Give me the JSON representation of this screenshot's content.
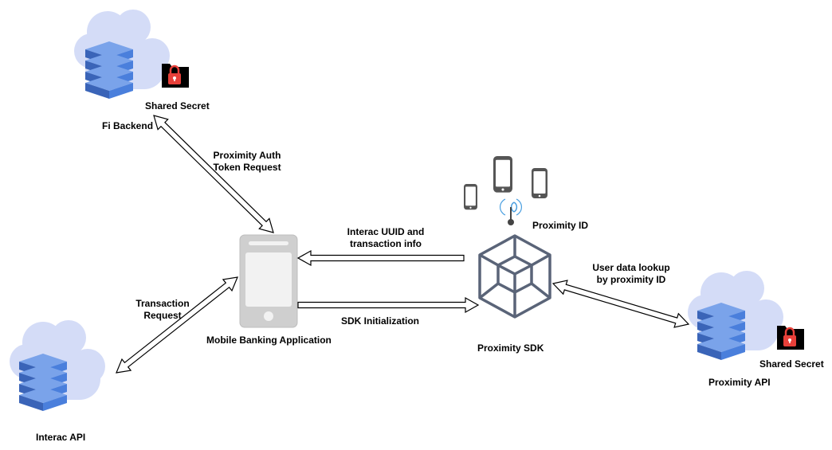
{
  "nodes": {
    "fi_backend": {
      "label": "Fi Backend",
      "secret_label": "Shared Secret"
    },
    "interac_api": {
      "label": "Interac API"
    },
    "mobile_app": {
      "label": "Mobile Banking Application"
    },
    "proximity_sdk": {
      "label": "Proximity SDK"
    },
    "proximity_id": {
      "label": "Proximity ID"
    },
    "proximity_api": {
      "label": "Proximity API",
      "secret_label": "Shared Secret"
    }
  },
  "edges": {
    "auth_token": {
      "line1": "Proximity Auth",
      "line2": "Token Request"
    },
    "transaction": {
      "line1": "Transaction",
      "line2": "Request"
    },
    "uuid_info": {
      "line1": "Interac UUID and",
      "line2": "transaction info"
    },
    "sdk_init": {
      "label": "SDK Initialization"
    },
    "user_lookup": {
      "line1": "User data lookup",
      "line2": "by proximity ID"
    }
  },
  "colors": {
    "cloud": "#d4dcf7",
    "server": "#4a7fdc",
    "server_edge": "#3a64b8",
    "phone_body": "#cfcfcf",
    "phone_screen": "#f2f2f2",
    "sdk_cube": "#5a6478",
    "device_icons": "#555555",
    "lock_red": "#e8403a"
  },
  "icons": [
    "cloud-server-icon",
    "lock-icon",
    "folder-icon",
    "smartphone-icon",
    "cube-icon",
    "signal-beacon-icon"
  ]
}
